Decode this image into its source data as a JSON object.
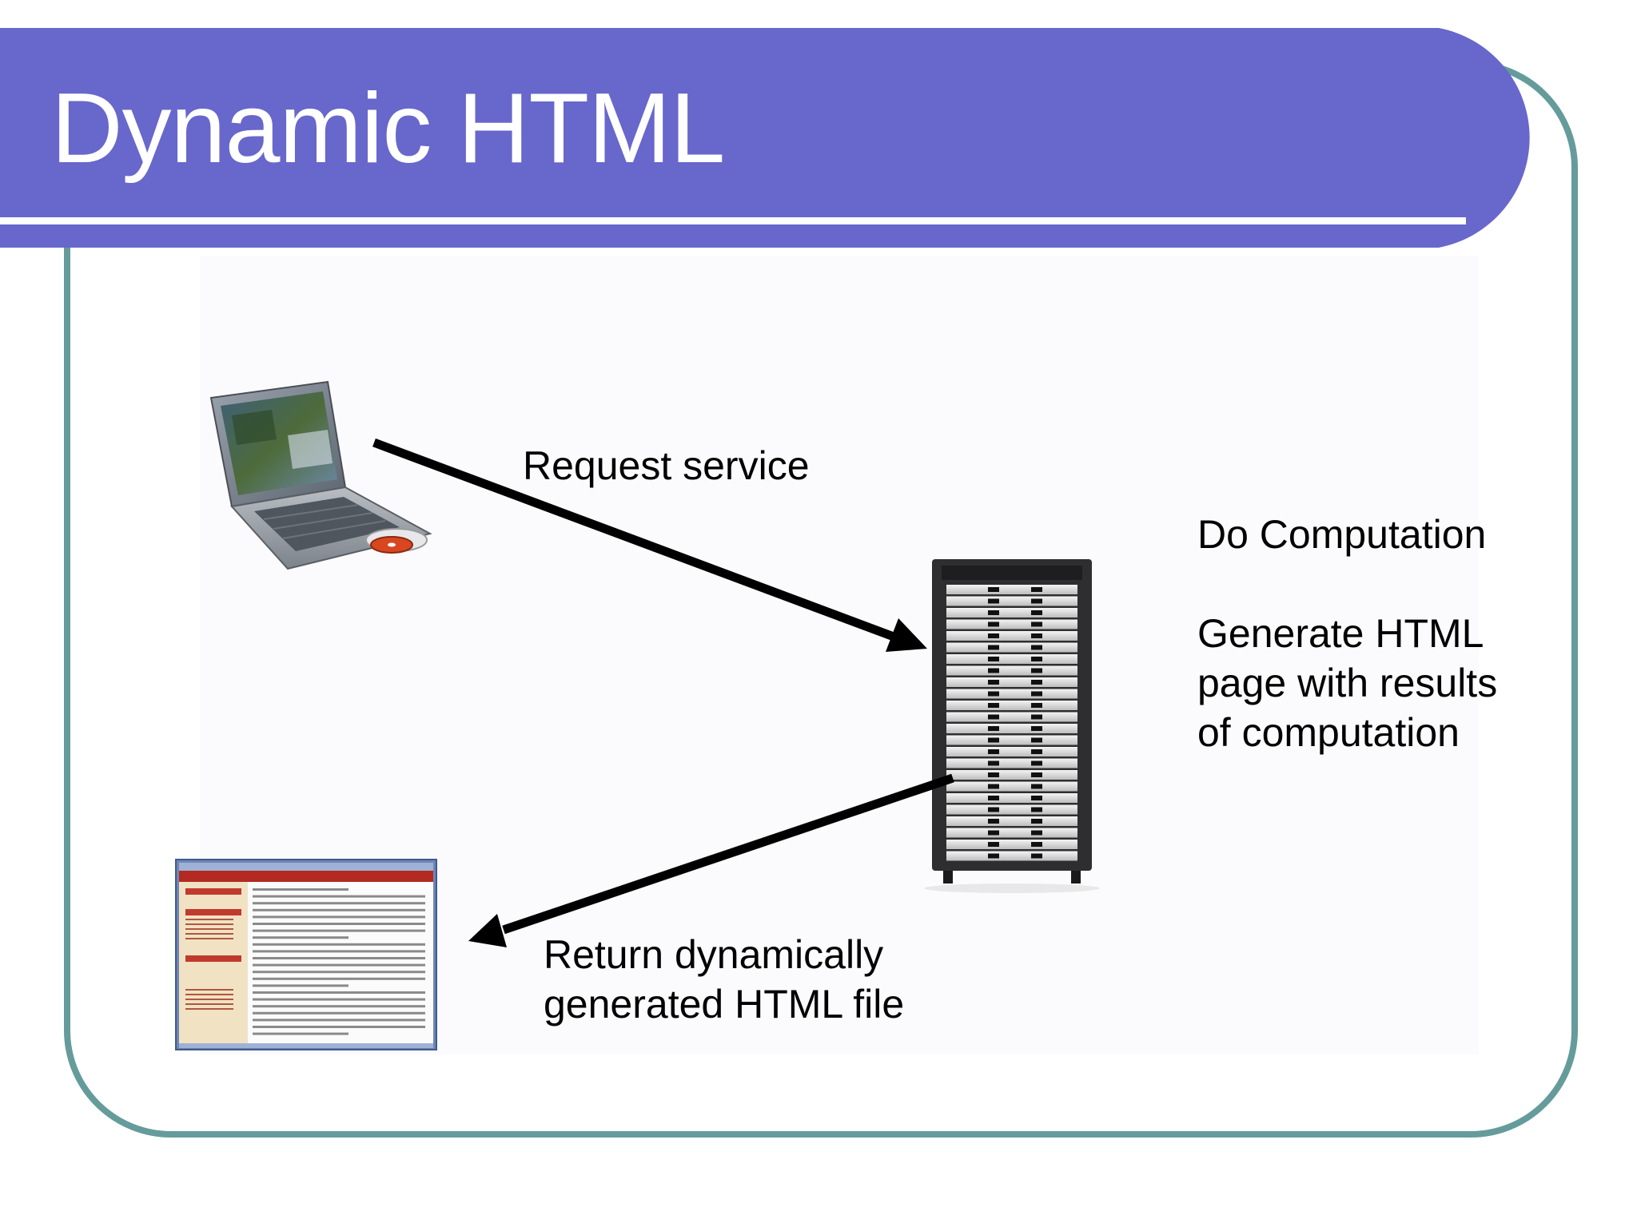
{
  "slide": {
    "title": "Dynamic HTML",
    "colors": {
      "header_band": "#6767cc",
      "frame_border": "#659b9b",
      "arrow": "#000000",
      "text": "#000000"
    }
  },
  "diagram": {
    "nodes": [
      {
        "id": "client",
        "icon": "laptop-icon"
      },
      {
        "id": "server",
        "icon": "server-rack-icon"
      },
      {
        "id": "result",
        "icon": "web-page-icon"
      }
    ],
    "edges": [
      {
        "from": "client",
        "to": "server",
        "label": "Request service"
      },
      {
        "from": "server",
        "to": "result",
        "label_lines": [
          "Return dynamically",
          "generated HTML file"
        ]
      }
    ],
    "server_notes": {
      "line1": "Do Computation",
      "line2": "Generate HTML",
      "line3": "page with results",
      "line4": "of computation"
    }
  }
}
